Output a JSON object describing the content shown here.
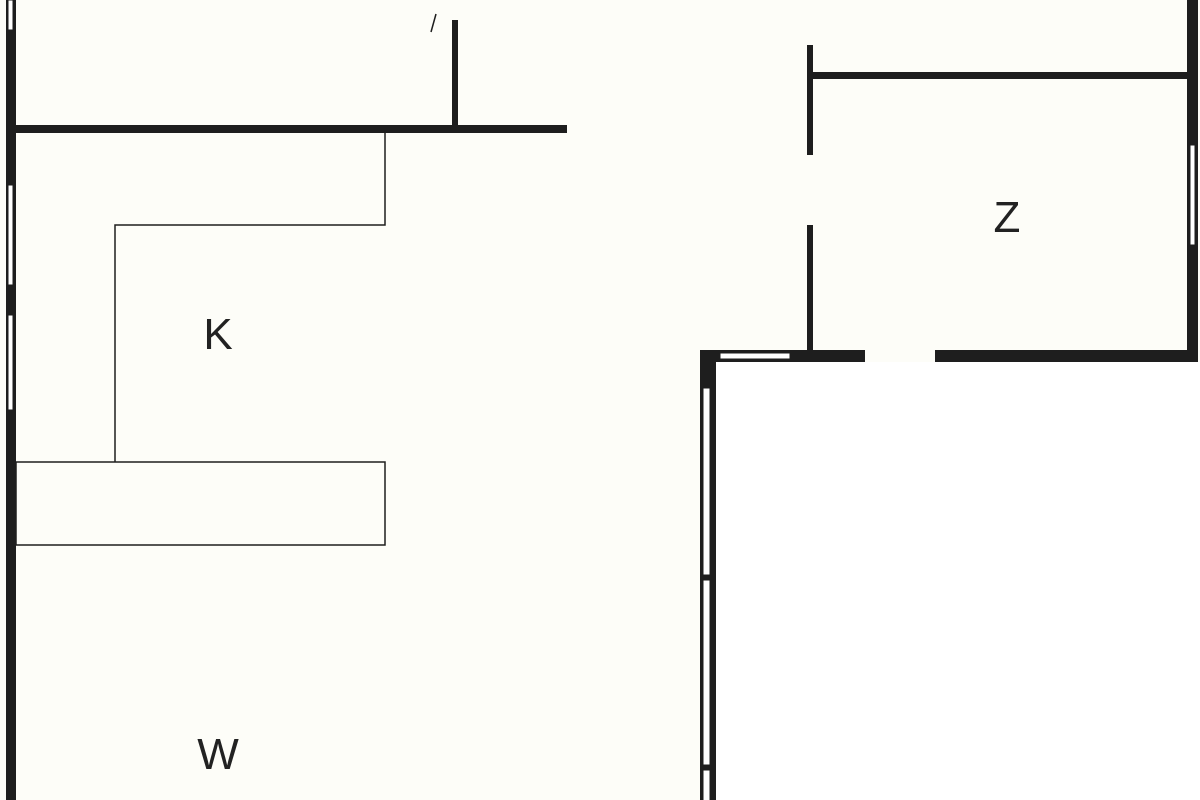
{
  "rooms": [
    {
      "id": "k",
      "label": "K"
    },
    {
      "id": "z",
      "label": "Z"
    },
    {
      "id": "w",
      "label": "W"
    }
  ],
  "colors": {
    "wall": "#1e1e1e",
    "floor": "#fdfdf8",
    "outside": "#ffffff"
  }
}
